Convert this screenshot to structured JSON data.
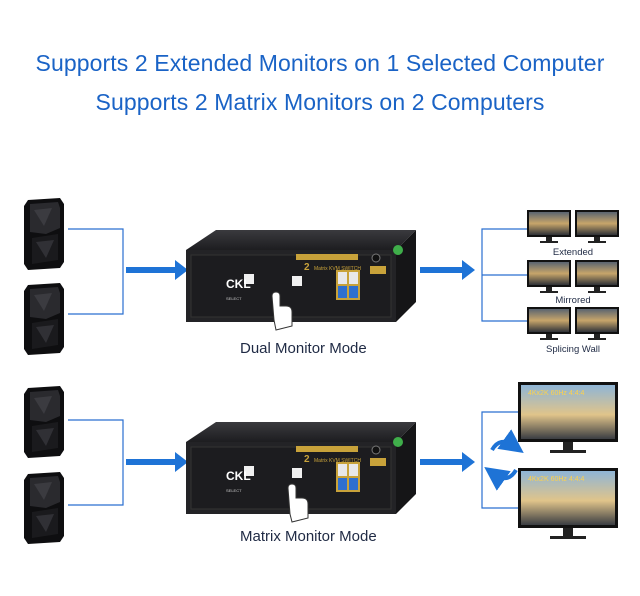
{
  "headline_1": "Supports 2 Extended Monitors on 1 Selected Computer",
  "headline_2": "Supports 2 Matrix Monitors on 2 Computers",
  "mode_dual": "Dual Monitor Mode",
  "mode_matrix": "Matrix Monitor Mode",
  "screen_labels": {
    "extended": "Extended",
    "mirrored": "Mirrored",
    "splicing": "Splicing Wall"
  },
  "monitor_badge": "4Kx2K 60Hz 4:4:4",
  "device": {
    "brand": "CKL",
    "model_number": "2",
    "model_text": "Matrix KVM SWITCH",
    "button_label": "SELECT"
  },
  "colors": {
    "headline": "#1a63c6",
    "arrow": "#1e73d6",
    "line": "#2a6fd0",
    "device_body": "#1f1f22",
    "device_gold": "#c8a23a"
  }
}
